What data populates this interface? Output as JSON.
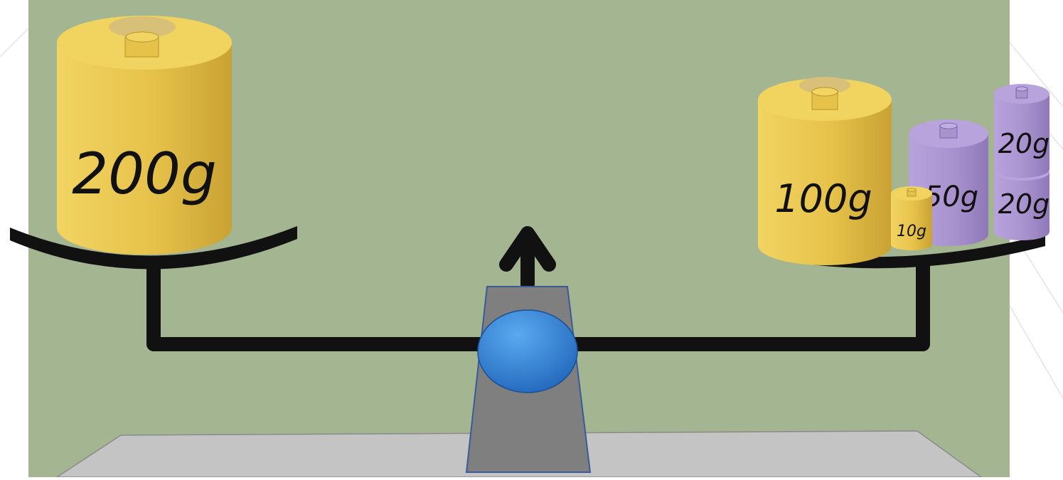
{
  "colors": {
    "background": "#a4b592",
    "gold": "#e6c24a",
    "gold_dark": "#c9a233",
    "purple": "#a993cf",
    "purple_dark": "#8f78b8",
    "beam": "#111111",
    "stand": "#7f7f7f",
    "table": "#c4c4c4",
    "pivot": "#2f7fd6"
  },
  "left_pan": {
    "weights": [
      {
        "label": "200g",
        "color": "gold"
      }
    ]
  },
  "right_pan": {
    "weights": [
      {
        "label": "100g",
        "color": "gold"
      },
      {
        "label": "10g",
        "color": "gold"
      },
      {
        "label": "50g",
        "color": "purple"
      },
      {
        "label": "20g",
        "color": "purple"
      },
      {
        "label": "20g",
        "color": "purple"
      }
    ]
  },
  "indicator": {
    "icon": "arrow-up-icon"
  }
}
